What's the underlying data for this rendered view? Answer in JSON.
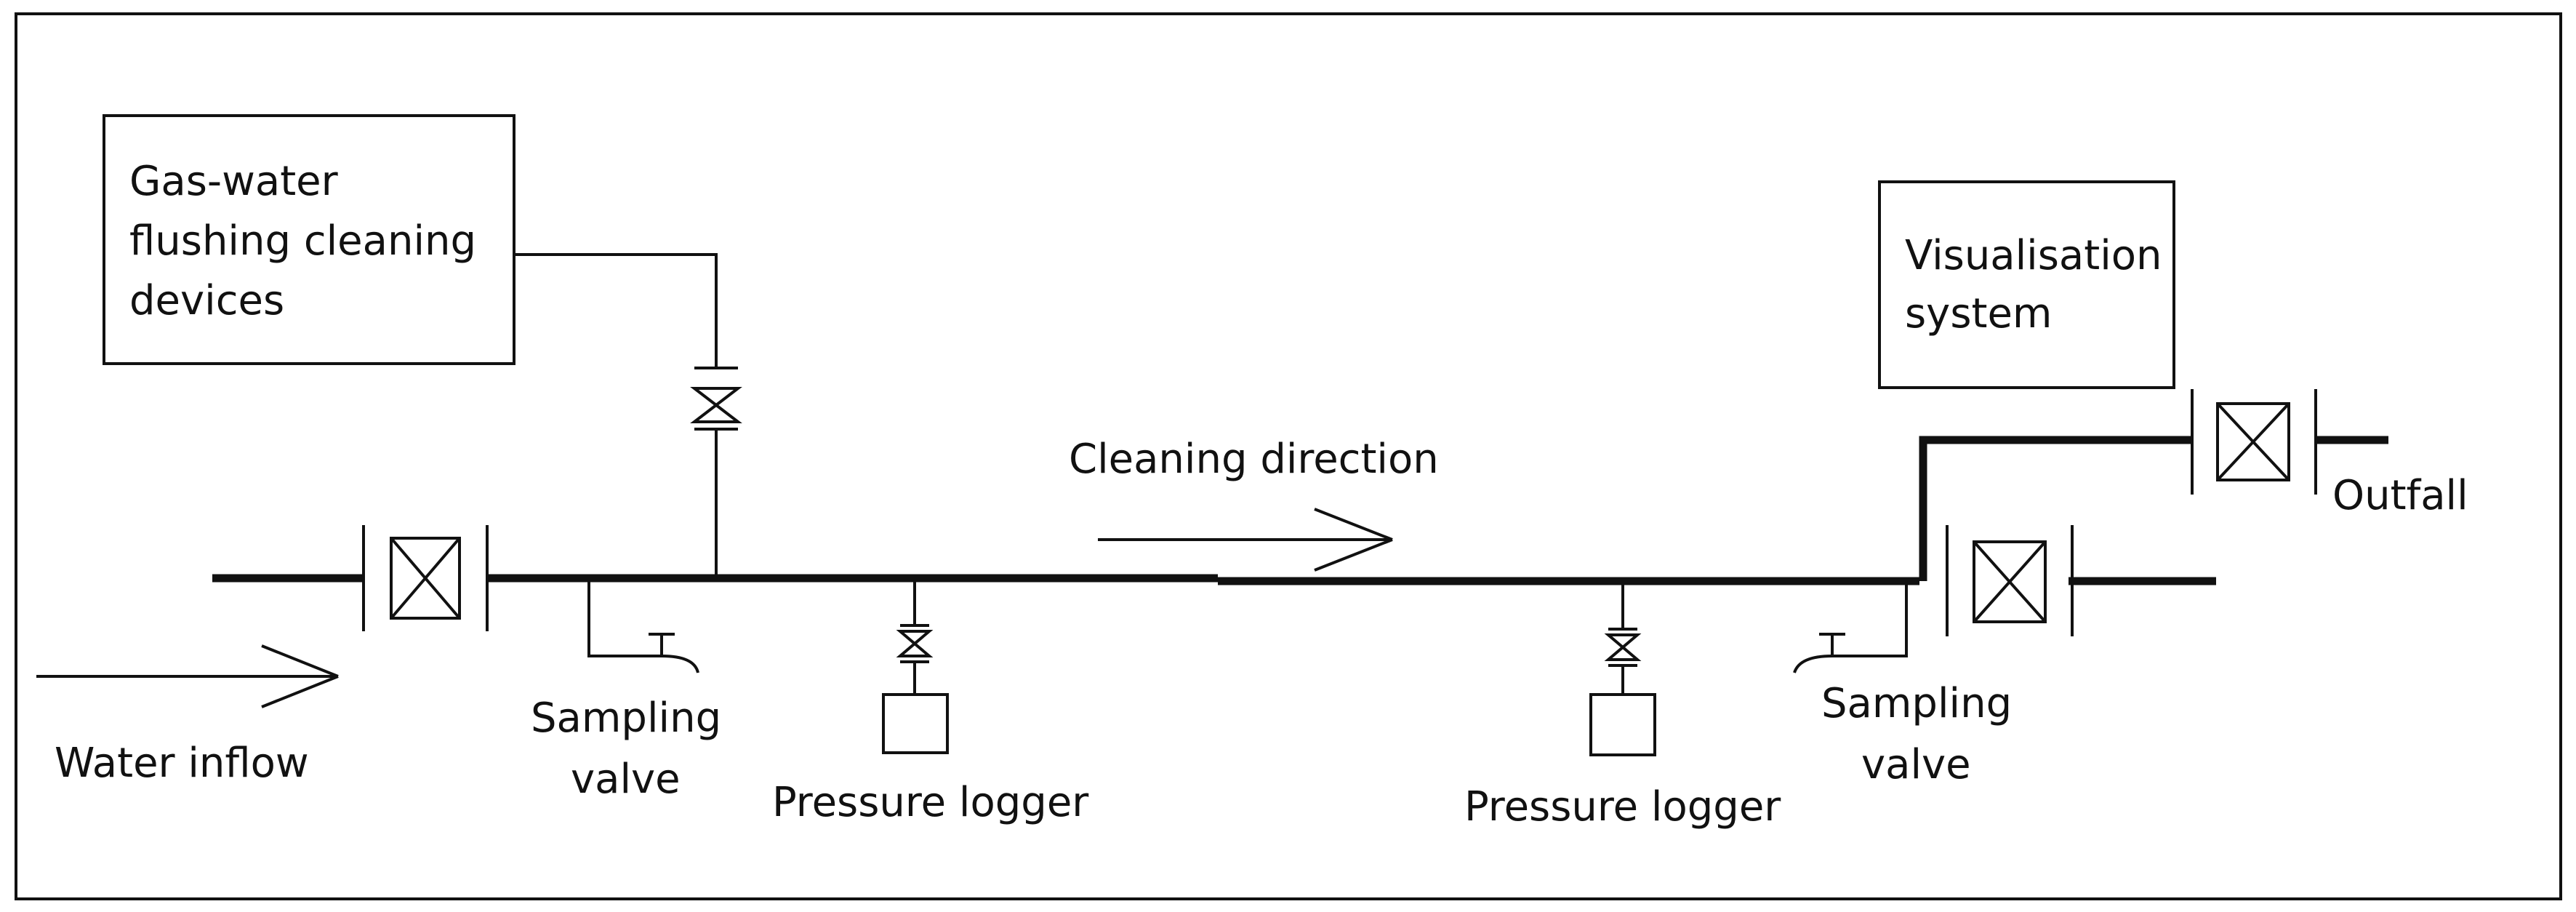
{
  "diagram": {
    "boxes": {
      "cleaning_devices": [
        "Gas-water",
        "flushing cleaning",
        "devices"
      ],
      "visualisation": [
        "Visualisation",
        "system"
      ]
    },
    "labels": {
      "cleaning_direction": "Cleaning direction",
      "water_inflow": "Water inflow",
      "outfall": "Outfall",
      "sampling_valve_left": [
        "Sampling",
        "valve"
      ],
      "sampling_valve_right": [
        "Sampling",
        "valve"
      ],
      "pressure_logger_left": "Pressure logger",
      "pressure_logger_right": "Pressure logger"
    }
  }
}
